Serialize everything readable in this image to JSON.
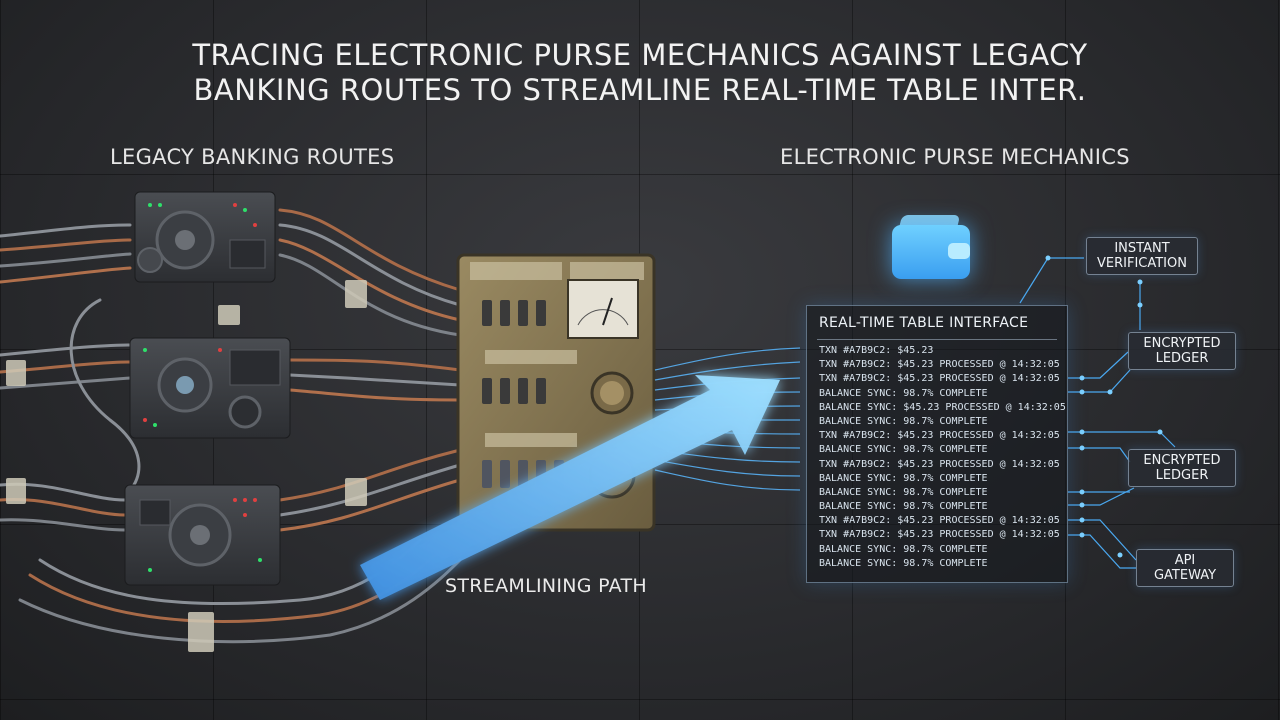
{
  "title": {
    "line1": "TRACING ELECTRONIC PURSE MECHANICS AGAINST LEGACY",
    "line2": "BANKING ROUTES TO STREAMLINE REAL-TIME TABLE INTER."
  },
  "labels": {
    "legacy": "LEGACY BANKING ROUTES",
    "purse": "ELECTRONIC PURSE MECHANICS",
    "stream": "STREAMLINING PATH"
  },
  "table": {
    "title": "REAL-TIME TABLE INTERFACE",
    "rows": [
      "TXN #A7B9C2: $45.23",
      "TXN #A7B9C2: $45.23 PROCESSED @ 14:32:05",
      "TXN #A7B9C2: $45.23 PROCESSED @ 14:32:05",
      "BALANCE SYNC: 98.7% COMPLETE",
      "BALANCE SYNC: $45.23 PROCESSED @ 14:32:05",
      "BALANCE SYNC: 98.7% COMPLETE",
      "TXN #A7B9C2: $45.23 PROCESSED @ 14:32:05",
      "BALANCE SYNC: 98.7% COMPLETE",
      "TXN #A7B9C2: $45.23 PROCESSED @ 14:32:05",
      "BALANCE SYNC: 98.7% COMPLETE",
      "BALANCE SYNC: 98.7% COMPLETE",
      "BALANCE SYNC: 98.7% COMPLETE",
      "TXN #A7B9C2: $45.23 PROCESSED @ 14:32:05",
      "TXN #A7B9C2: $45.23 PROCESSED @ 14:32:05",
      "BALANCE SYNC: 98.7% COMPLETE",
      "BALANCE SYNC: 98.7% COMPLETE"
    ]
  },
  "nodes": {
    "instant": [
      "INSTANT",
      "VERIFICATION"
    ],
    "ledger1": [
      "ENCRYPTED",
      "LEDGER"
    ],
    "ledger2": [
      "ENCRYPTED",
      "LEDGER"
    ],
    "api": [
      "API",
      "GATEWAY"
    ]
  },
  "colors": {
    "accent": "#4fb2ff",
    "glow": "#8fd6ff",
    "copper": "#b06a45",
    "brass": "#8c7b55"
  }
}
